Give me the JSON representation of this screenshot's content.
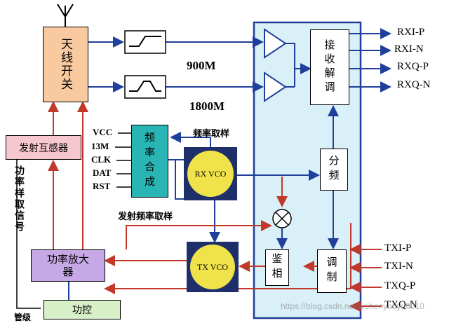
{
  "blocks": {
    "antenna_switch": "天线开关",
    "tx_coupler": "发射互感器",
    "freq_synth": "频率合成",
    "rx_vco": "RX VCO",
    "tx_vco": "TX VCO",
    "demod": "接收解调",
    "divider": "分频",
    "phase_detector": "鉴相",
    "modulator": "调制",
    "power_amp": "功率放大器",
    "power_ctrl": "功控"
  },
  "labels": {
    "band_900": "900M",
    "band_1800": "1800M",
    "freq_sampling": "频率取样",
    "tx_freq_sampling": "发射频率取样",
    "power_sampling": "功率样取信号",
    "cut_bottom": "管级"
  },
  "synth_inputs": [
    "VCC",
    "13M",
    "CLK",
    "DAT",
    "RST"
  ],
  "rx_outputs": [
    "RXI-P",
    "RXI-N",
    "RXQ-P",
    "RXQ-N"
  ],
  "tx_inputs": [
    "TXI-P",
    "TXI-N",
    "TXQ-P",
    "TXQ-N"
  ],
  "watermark": "https://blog.csdn.net/wuhenyouyu0010",
  "colors": {
    "blue_line": "#1f3f9a",
    "red_line": "#c0392b",
    "demod_region": "#d9f0f8",
    "antenna_fill": "#f9c9a0",
    "tx_coupler_fill": "#f7c7cf",
    "synth_fill": "#2ab5b5",
    "vco_fill": "#f0e24a",
    "vco_frame": "#1e2f6a",
    "pa_fill": "#c6a8e6",
    "ctrl_fill": "#d8f0c8"
  }
}
